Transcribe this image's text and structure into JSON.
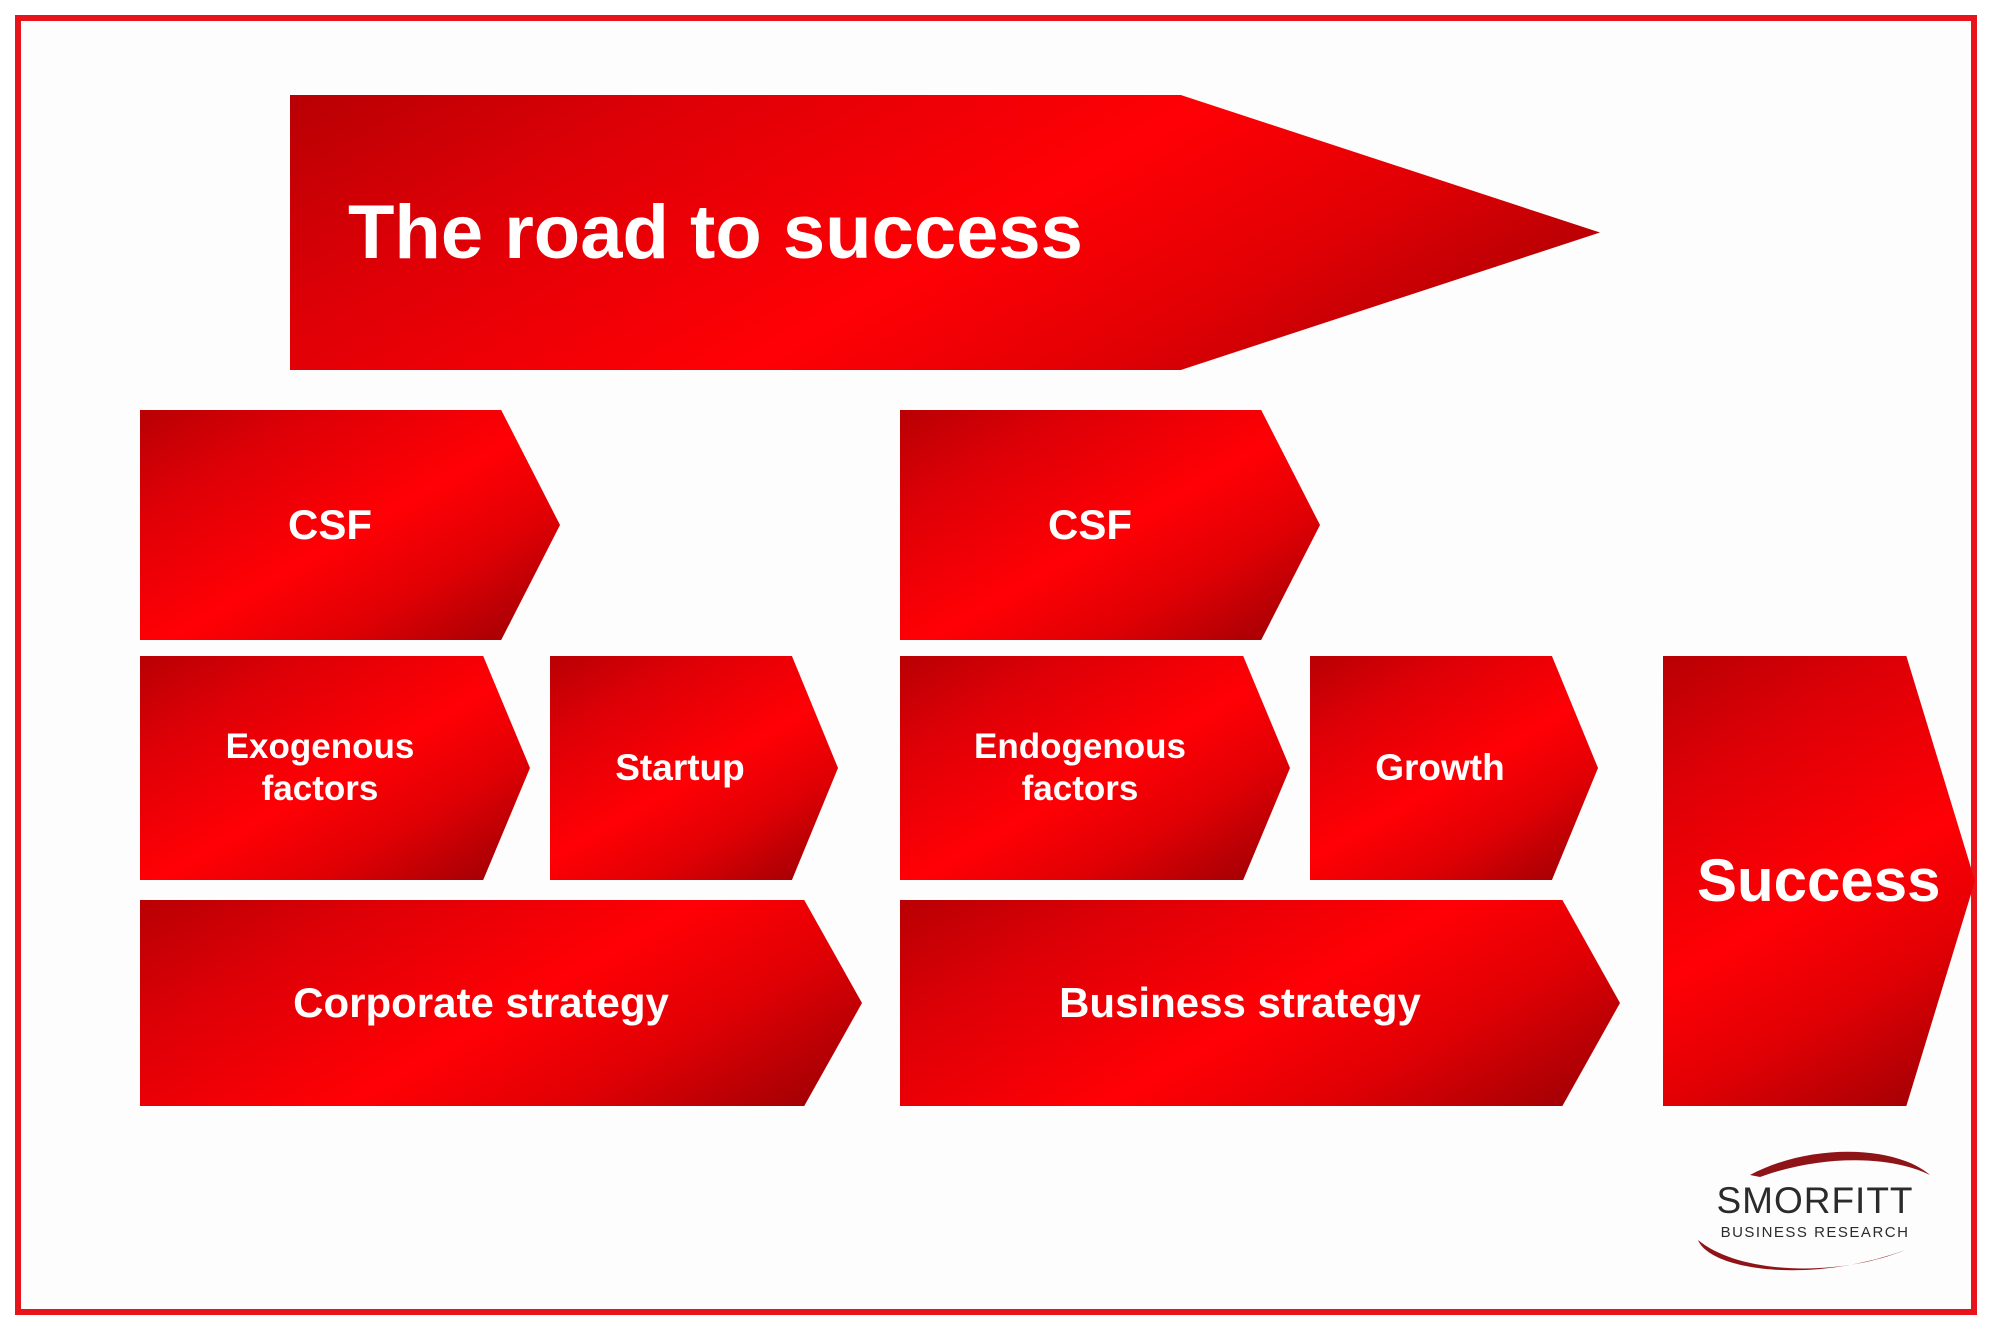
{
  "diagram": {
    "title": "The road to success",
    "row1": {
      "left": "CSF",
      "right": "CSF"
    },
    "row2": {
      "exogenous_line1": "Exogenous",
      "exogenous_line2": "factors",
      "startup": "Startup",
      "endogenous_line1": "Endogenous",
      "endogenous_line2": "factors",
      "growth": "Growth"
    },
    "row3": {
      "left": "Corporate strategy",
      "right": "Business strategy"
    },
    "result": "Success"
  },
  "logo": {
    "name": "SMORFITT",
    "tagline": "BUSINESS RESEARCH"
  },
  "colors": {
    "frame": "#e8141c",
    "arrow_light": "#ff0005",
    "arrow_dark": "#960005",
    "text": "#ffffff",
    "logo_swoosh": "#8f1418"
  }
}
